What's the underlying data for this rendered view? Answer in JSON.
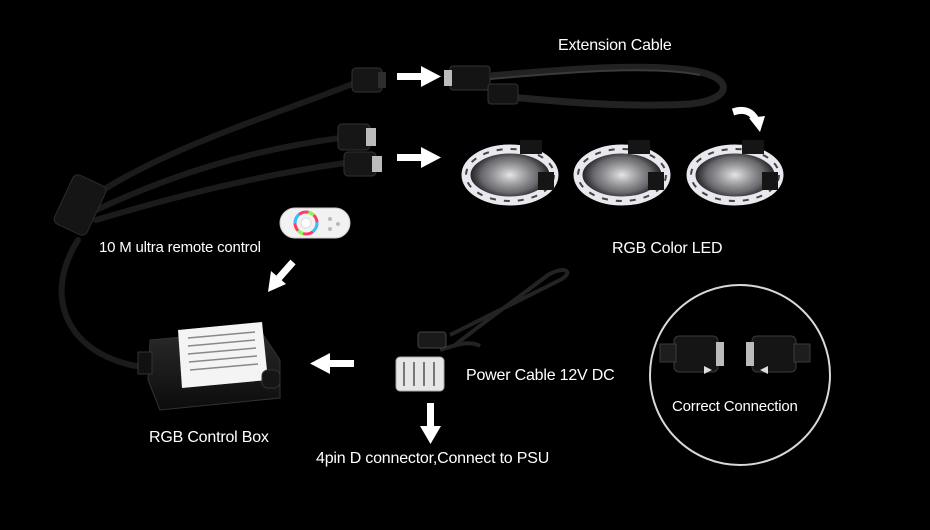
{
  "labels": {
    "extension_cable": "Extension Cable",
    "remote_control": "10 M  ultra remote control",
    "rgb_color_led": "RGB Color LED",
    "power_cable": "Power Cable 12V DC",
    "rgb_control_box": "RGB Control Box",
    "psu_connector": "4pin D connector,Connect to PSU",
    "correct_connection": "Correct Connection"
  },
  "colors": {
    "background": "#000000",
    "arrow": "#ffffff",
    "cable": "#1a1a1a"
  }
}
